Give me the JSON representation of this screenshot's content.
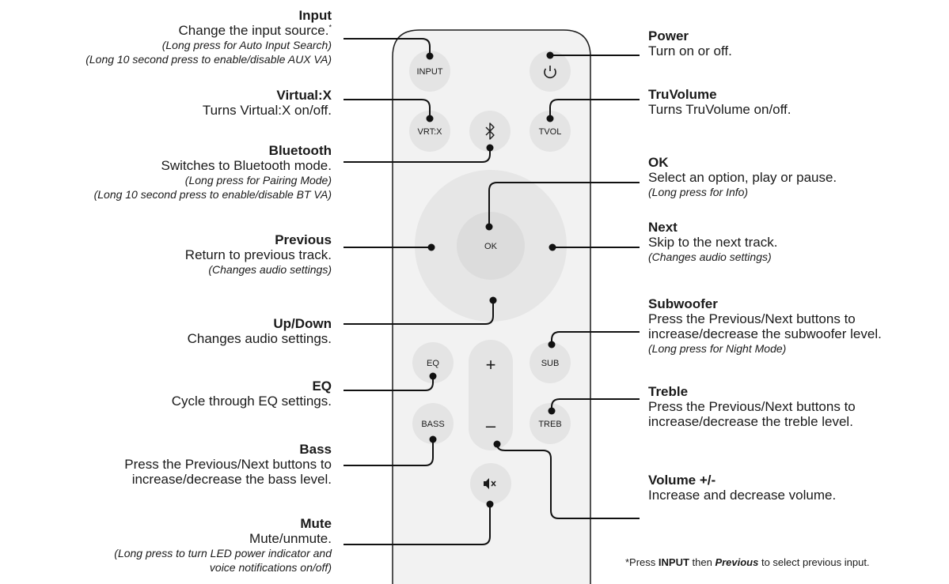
{
  "buttons": {
    "input": "INPUT",
    "vrtx": "VRT:X",
    "tvol": "TVOL",
    "ok": "OK",
    "eq": "EQ",
    "sub": "SUB",
    "bass": "BASS",
    "treb": "TREB",
    "plus": "+",
    "minus": "–"
  },
  "annotations": {
    "input": {
      "title": "Input",
      "desc": "Change the input source.",
      "mark": "*",
      "notes": [
        "(Long press for Auto Input Search)",
        "(Long 10 second press to enable/disable AUX VA)"
      ]
    },
    "virtualx": {
      "title": "Virtual:X",
      "desc": "Turns Virtual:X on/off."
    },
    "bluetooth": {
      "title": "Bluetooth",
      "desc": "Switches to Bluetooth mode.",
      "notes": [
        "(Long press for Pairing Mode)",
        "(Long 10 second press to enable/disable BT VA)"
      ]
    },
    "previous": {
      "title": "Previous",
      "desc": "Return to previous track.",
      "notes": [
        "(Changes audio settings)"
      ]
    },
    "updown": {
      "title": "Up/Down",
      "desc": "Changes audio settings."
    },
    "eq": {
      "title": "EQ",
      "desc": "Cycle through EQ settings."
    },
    "bass": {
      "title": "Bass",
      "desc": [
        "Press the Previous/Next buttons to",
        "increase/decrease the bass level."
      ]
    },
    "mute": {
      "title": "Mute",
      "desc": "Mute/unmute.",
      "notes": [
        "(Long press to turn LED power indicator and",
        "voice notifications on/off)"
      ]
    },
    "power": {
      "title": "Power",
      "desc": "Turn on or off."
    },
    "truvolume": {
      "title": "TruVolume",
      "desc": "Turns TruVolume on/off."
    },
    "ok": {
      "title": "OK",
      "desc": "Select an option, play or pause.",
      "notes": [
        "(Long press for Info)"
      ]
    },
    "next": {
      "title": "Next",
      "desc": "Skip to the next track.",
      "notes": [
        "(Changes audio settings)"
      ]
    },
    "subwoofer": {
      "title": "Subwoofer",
      "desc": [
        "Press the Previous/Next buttons to",
        "increase/decrease the subwoofer level."
      ],
      "notes": [
        "(Long press for Night Mode)"
      ]
    },
    "treble": {
      "title": "Treble",
      "desc": [
        "Press the Previous/Next buttons to",
        "increase/decrease the treble level."
      ]
    },
    "volume": {
      "title": "Volume +/-",
      "desc": "Increase and decrease volume."
    }
  },
  "footnote": {
    "prefix": "*Press ",
    "input": "INPUT",
    "then": " then ",
    "previous": "Previous",
    "suffix": " to select previous input."
  },
  "icons": [
    "power-icon",
    "bluetooth-icon",
    "mute-icon"
  ],
  "colors": {
    "remote_body": "#f2f2f2",
    "remote_outline": "#1a1a1a",
    "button": "#e4e4e4",
    "dpad_ring": "#e6e6e6",
    "dpad_center": "#dcdcdc",
    "leader": "#111111"
  }
}
